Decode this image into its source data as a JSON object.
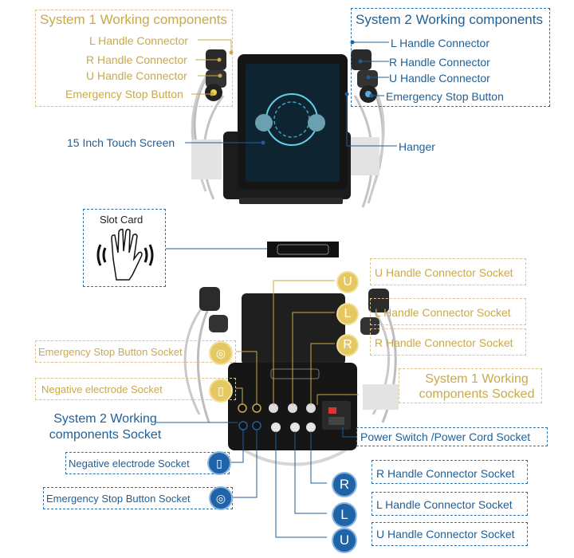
{
  "system1": {
    "title": "System 1 Working components",
    "items": [
      "L Handle Connector",
      "R Handle Connector",
      "U Handle Connector",
      "Emergency Stop Button"
    ]
  },
  "system2": {
    "title": "System 2 Working components",
    "items": [
      "L Handle Connector",
      "R Handle Connector",
      "U Handle Connector",
      "Emergency Stop Button"
    ]
  },
  "device": {
    "touch_screen_label": "15 Inch Touch Screen",
    "hanger_label": "Hanger"
  },
  "slot_card": {
    "title": "Slot Card"
  },
  "back_panel": {
    "gold_sockets": [
      {
        "letter": "U",
        "label": "U Handle Connector Socket"
      },
      {
        "letter": "L",
        "label": "L Handle Connector Socket"
      },
      {
        "letter": "R",
        "label": "R Handle Connector Socket"
      }
    ],
    "left_gold": [
      "Emergency Stop Button Socket",
      "Negative electrode Socket"
    ],
    "system1_socked": "System 1 Working components Socked",
    "system2_socket": "System 2 Working components Socket",
    "left_blue": [
      "Negative electrode Socket",
      "Emergency Stop Button Socket"
    ],
    "power_label": "Power Switch /Power Cord Socket",
    "blue_sockets": [
      {
        "letter": "R",
        "label": "R Handle Connector Socket"
      },
      {
        "letter": "L",
        "label": "L Handle Connector Socket"
      },
      {
        "letter": "U",
        "label": "U Handle Connector Socket"
      }
    ]
  },
  "colors": {
    "gold": "#c9a949",
    "blue": "#1f5f98",
    "device": "#222222"
  }
}
